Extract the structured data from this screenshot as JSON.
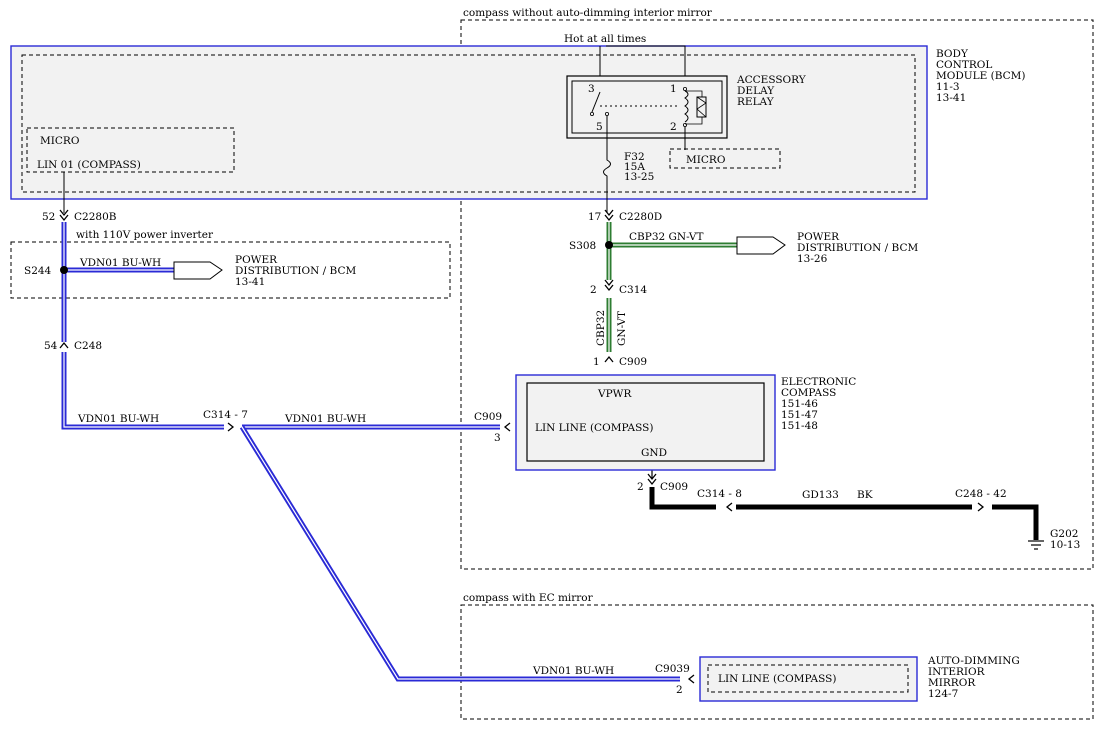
{
  "regions": {
    "without_mirror": "compass without auto-dimming interior mirror",
    "with_inverter": "with 110V power inverter",
    "with_ec_mirror": "compass with EC mirror"
  },
  "bcm": {
    "name_lines": [
      "BODY",
      "CONTROL",
      "MODULE (BCM)",
      "11-3",
      "13-41"
    ],
    "micro_left": "MICRO",
    "lin_label": "LIN 01 (COMPASS)",
    "micro_right": "MICRO",
    "hot_label": "Hot at all times"
  },
  "relay": {
    "name_lines": [
      "ACCESSORY",
      "DELAY",
      "RELAY"
    ],
    "pins": [
      "3",
      "1",
      "5",
      "2"
    ]
  },
  "fuse": {
    "lines": [
      "F32",
      "15A",
      "13-25"
    ]
  },
  "connectors": {
    "c2280b_pin": "52",
    "c2280b": "C2280B",
    "c2280d_pin": "17",
    "c2280d": "C2280D",
    "s244": "S244",
    "s308": "S308",
    "c248_pin": "54",
    "c248": "C248",
    "c314_pin": "2",
    "c314": "C314",
    "c909_top_pin": "1",
    "c909_top": "C909",
    "c314_7": "C314  - 7",
    "c909_left": "C909",
    "c909_left_pin": "3",
    "c909_bottom_pin": "2",
    "c909_bottom": "C909",
    "c314_8": "C314  - 8",
    "c248_42": "C248   - 42",
    "c9039": "C9039",
    "c9039_pin": "2"
  },
  "wires": {
    "vdn01_a": "VDN01   BU-WH",
    "vdn01_b": "VDN01   BU-WH",
    "vdn01_c": "VDN01   BU-WH",
    "vdn01_d": "VDN01   BU-WH",
    "cbp32_h": "CBP32    GN-VT",
    "cbp32_v1": "CBP32",
    "cbp32_v2": "GN-VT",
    "gd133": "GD133",
    "bk": "BK"
  },
  "pd_left": [
    "POWER",
    "DISTRIBUTION / BCM",
    "13-41"
  ],
  "pd_right": [
    "POWER",
    "DISTRIBUTION / BCM",
    "13-26"
  ],
  "compass": {
    "name_lines": [
      "ELECTRONIC",
      "COMPASS",
      "151-46",
      "151-47",
      "151-48"
    ],
    "vpwr": "VPWR",
    "lin": "LIN LINE (COMPASS)",
    "gnd": "GND"
  },
  "ground": {
    "lines": [
      "G202",
      "10-13"
    ]
  },
  "mirror": {
    "name_lines": [
      "AUTO-DIMMING",
      "INTERIOR",
      "MIRROR",
      "124-7"
    ],
    "lin": "LIN LINE (COMPASS)"
  },
  "colors": {
    "wire_blue": "#2a2ad6",
    "wire_green": "#2e7d32",
    "module_border": "#2a2ad6",
    "module_fill": "#f2f2f2"
  }
}
